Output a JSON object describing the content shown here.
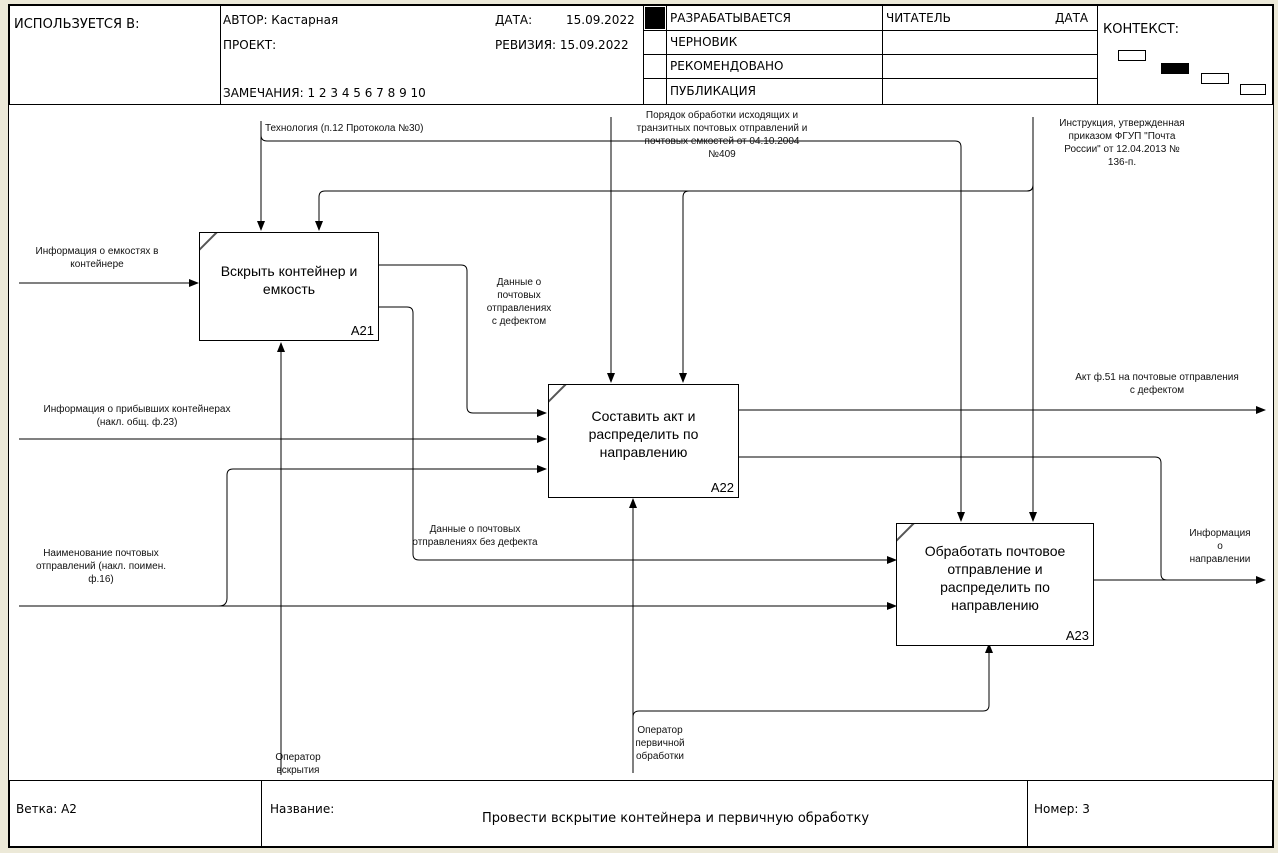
{
  "header": {
    "used_in_label": "ИСПОЛЬЗУЕТСЯ В:",
    "author_label": "АВТОР: Кастарная",
    "project_label": "ПРОЕКТ:",
    "date_label": "ДАТА:",
    "date_value": "15.09.2022",
    "revision_label": "РЕВИЗИЯ: 15.09.2022",
    "notes_label": "ЗАМЕЧАНИЯ:  1  2  3  4  5  6  7  8  9  10",
    "status_items": [
      "РАЗРАБАТЫВАЕТСЯ",
      "ЧЕРНОВИК",
      "РЕКОМЕНДОВАНО",
      "ПУБЛИКАЦИЯ"
    ],
    "reader_label": "ЧИТАТЕЛЬ",
    "reader_date_label": "ДАТА",
    "context_label": "КОНТЕКСТ:"
  },
  "boxes": [
    {
      "title": "Вскрыть контейнер и\nемкость",
      "number": "A21"
    },
    {
      "title": "Составить акт и\nраспределить по\nнаправлению",
      "number": "A22"
    },
    {
      "title": "Обработать почтовое\nотправление и\nраспределить по\nнаправлению",
      "number": "A23"
    }
  ],
  "arrow_labels": {
    "technology": "Технология (п.12 Протокола №30)",
    "order": "Порядок обработки исходящих и\nтранзитных почтовых отправлений и\nпочтовых емкостей от 04.10.2004\n№409",
    "instruction": "Инструкция, утвержденная\nприказом ФГУП \"Почта\nРоссии\" от 12.04.2013 №\n136-п.",
    "container_info": "Информация о емкостях в\nконтейнере",
    "defect_data": "Данные о\nпочтовых\nотправлениях\nс дефектом",
    "arrived_info": "Информация о прибывших контейнерах\n(накл. общ. ф.23)",
    "act": "Акт ф.51 на почтовые отправления\nс дефектом",
    "no_defect_data": "Данные о почтовых\nотправлениях без дефекта",
    "names": "Наименование почтовых\nотправлений (накл. поимен.\nф.16)",
    "direction_info": "Информация\nо\nнаправлении",
    "primary_operator": "Оператор\nпервичной\nобработки",
    "open_operator": "Оператор\nвскрытия"
  },
  "footer": {
    "node_label": "Ветка:  A2",
    "title_label": "Название:",
    "title_value": "Провести вскрытие контейнера и первичную обработку",
    "number_label": "Номер: 3"
  }
}
